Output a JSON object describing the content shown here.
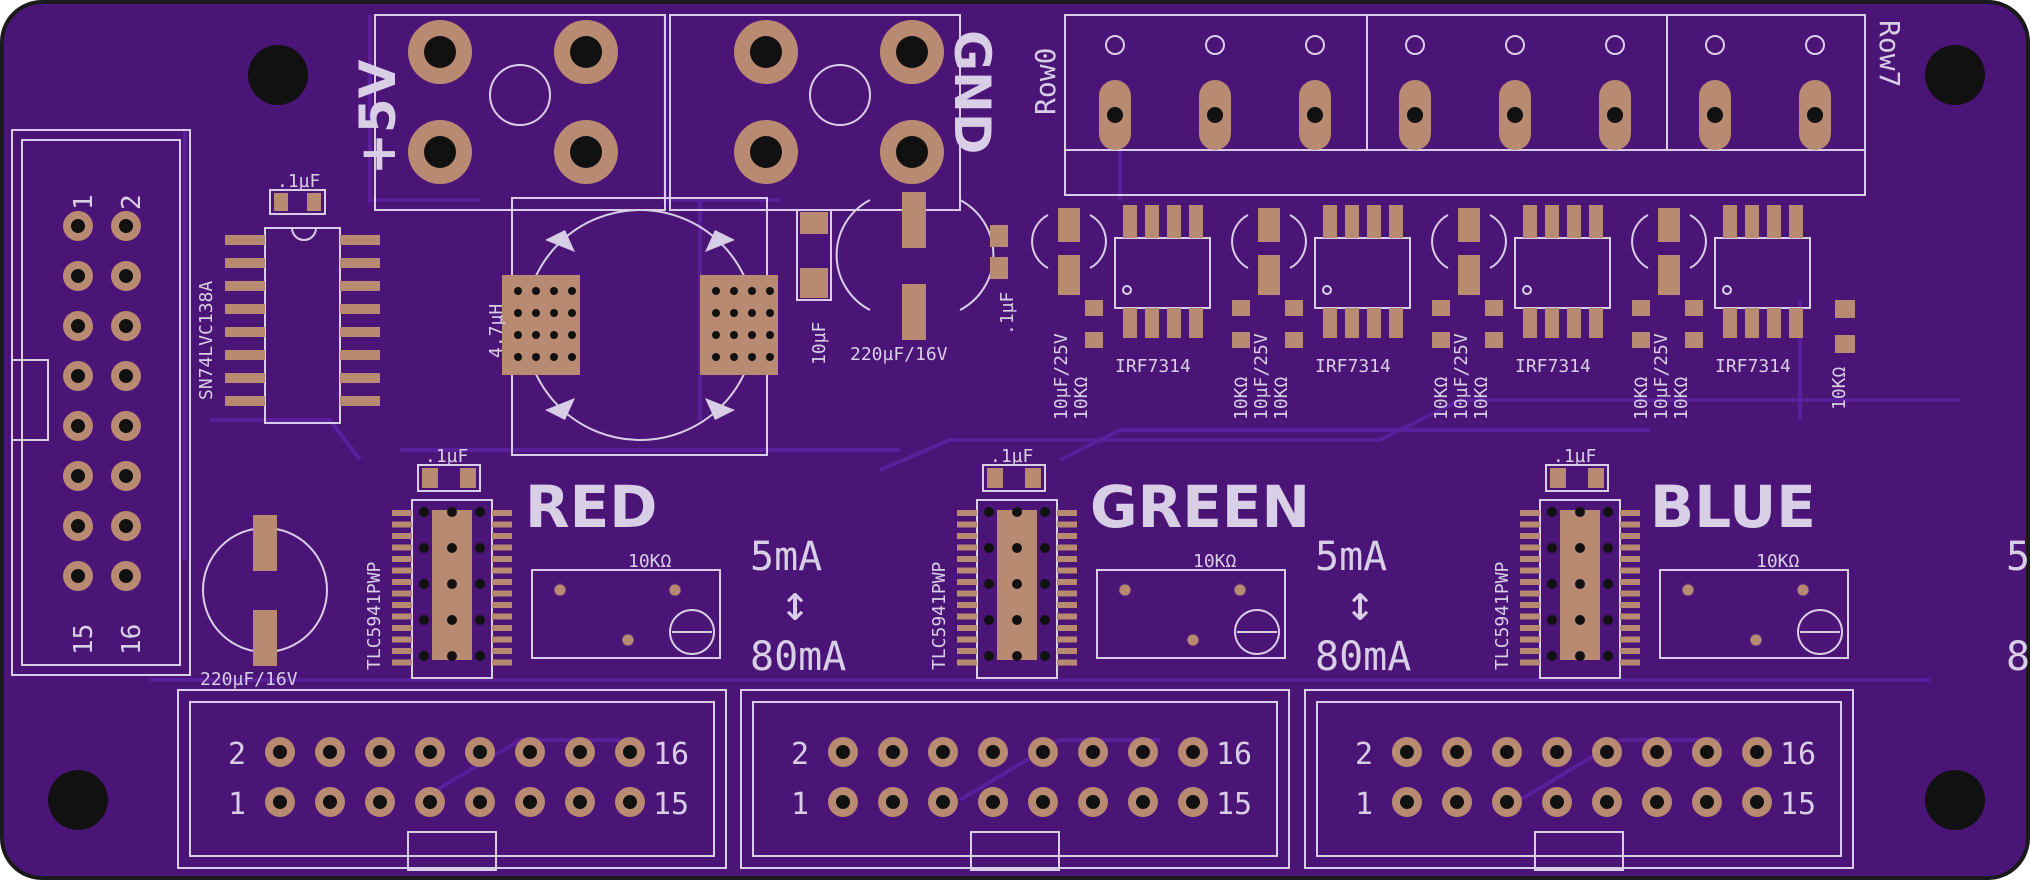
{
  "board": {
    "colors": {
      "substrate": "#4b1477",
      "silk": "#d8cfe6",
      "copper": "#b98a72",
      "hole": "#111111",
      "edge": "#1a1a1a"
    }
  },
  "power": {
    "plus5v": "+5V",
    "gnd": "GND"
  },
  "rows": {
    "row0": "Row0",
    "row7": "Row7"
  },
  "input_header": {
    "pin1": "1",
    "pin2": "2",
    "pin15": "15",
    "pin16": "16"
  },
  "decoder": {
    "part": "SN74LVC138A",
    "cap": ".1µF"
  },
  "inductor": {
    "value": "4.7µH"
  },
  "caps": {
    "c10uF": "10µF",
    "c220": "220µF/16V",
    "c01": ".1µF",
    "c220_left": "220µF/16V"
  },
  "mosfets": {
    "part": "IRF7314",
    "cap": "10µF/25V",
    "res": "10KΩ",
    "last_res": "10KΩ"
  },
  "channels": [
    {
      "name": "RED",
      "driver": "TLC5941PWP",
      "cap": ".1µF",
      "pot": "10KΩ",
      "min": "5mA",
      "arrow": "↕",
      "max": "80mA"
    },
    {
      "name": "GREEN",
      "driver": "TLC5941PWP",
      "cap": ".1µF",
      "pot": "10KΩ",
      "min": "5mA",
      "arrow": "↕",
      "max": "80mA"
    },
    {
      "name": "BLUE",
      "driver": "TLC5941PWP",
      "cap": ".1µF",
      "pot": "10KΩ",
      "min": "5mA",
      "arrow": "↕",
      "max": "80mA"
    }
  ],
  "out_headers": {
    "p2": "2",
    "p1": "1",
    "p16": "16",
    "p15": "15"
  }
}
